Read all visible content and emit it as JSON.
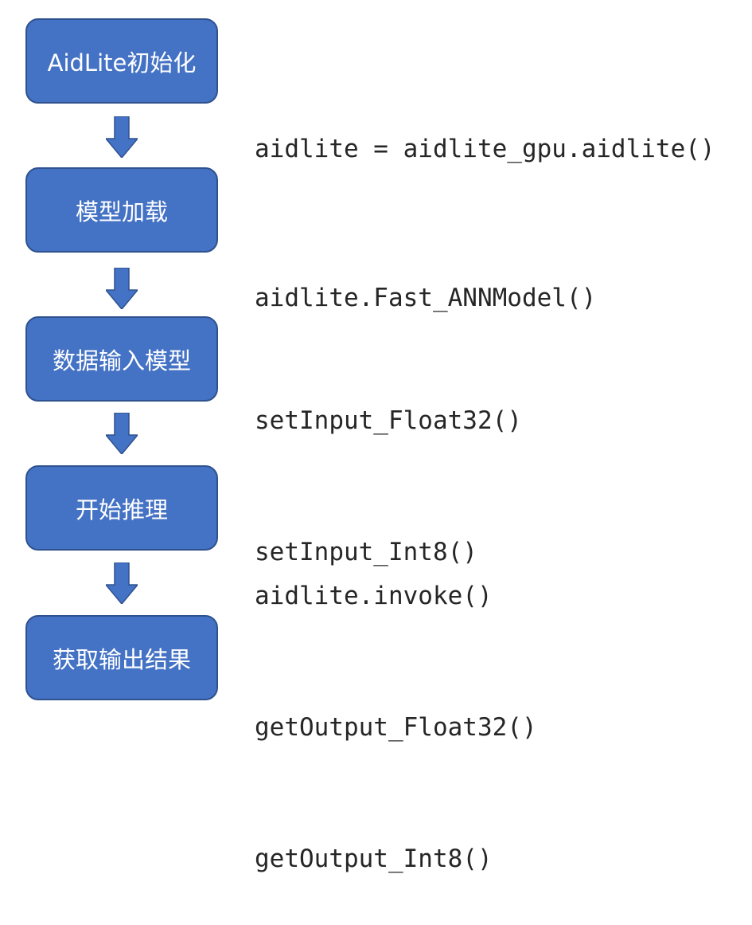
{
  "steps": [
    {
      "label": "AidLite初始化",
      "code": [
        "aidlite = aidlite_gpu.aidlite()"
      ]
    },
    {
      "label": "模型加载",
      "code": [
        "aidlite.Fast_ANNModel()"
      ]
    },
    {
      "label": "数据输入模型",
      "code": [
        "setInput_Float32()",
        "setInput_Int8()"
      ]
    },
    {
      "label": "开始推理",
      "code": [
        "aidlite.invoke()"
      ]
    },
    {
      "label": "获取输出结果",
      "code": [
        "getOutput_Float32()",
        "getOutput_Int8()"
      ]
    }
  ],
  "colors": {
    "box_fill": "#4472C4",
    "box_border": "#2F528F",
    "arrow_fill": "#4472C4",
    "box_text": "#FFFFFF",
    "code_text": "#262626"
  }
}
